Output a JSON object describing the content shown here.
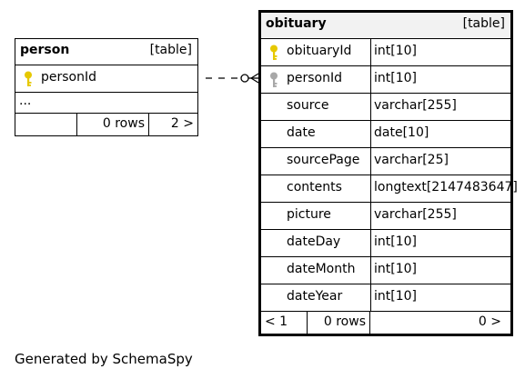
{
  "person": {
    "name": "person",
    "kind": "[table]",
    "columns": [
      {
        "name": "personId"
      }
    ],
    "more": "...",
    "footer": {
      "left": "",
      "rows": "0 rows",
      "right": "2 >"
    }
  },
  "obituary": {
    "name": "obituary",
    "kind": "[table]",
    "columns": [
      {
        "name": "obituaryId",
        "type": "int[10]",
        "key": "primary"
      },
      {
        "name": "personId",
        "type": "int[10]",
        "key": "foreign"
      },
      {
        "name": "source",
        "type": "varchar[255]"
      },
      {
        "name": "date",
        "type": "date[10]"
      },
      {
        "name": "sourcePage",
        "type": "varchar[25]"
      },
      {
        "name": "contents",
        "type": "longtext[2147483647]"
      },
      {
        "name": "picture",
        "type": "varchar[255]"
      },
      {
        "name": "dateDay",
        "type": "int[10]"
      },
      {
        "name": "dateMonth",
        "type": "int[10]"
      },
      {
        "name": "dateYear",
        "type": "int[10]"
      }
    ],
    "footer": {
      "left": "< 1",
      "rows": "0 rows",
      "right": "0 >"
    }
  },
  "relationship": {
    "from": "person.personId",
    "to": "obituary.personId"
  },
  "caption": "Generated by SchemaSpy",
  "colors": {
    "primary_key": "#e6c800",
    "foreign_key": "#a8a8a8",
    "header_bg": "#f2f2f2"
  }
}
